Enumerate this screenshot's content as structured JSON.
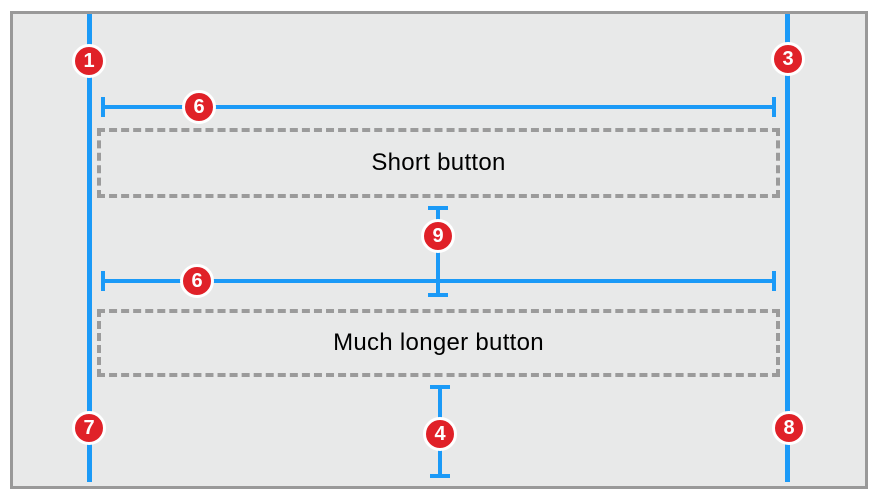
{
  "buttons": [
    {
      "label": "Short button"
    },
    {
      "label": "Much longer button"
    }
  ],
  "badges": {
    "left_margin_top": "1",
    "right_margin_top": "3",
    "top_width": "6",
    "vertical_spacing": "9",
    "bottom_width": "6",
    "left_margin_bottom": "7",
    "right_margin_bottom": "8",
    "bottom_spacing": "4"
  },
  "colors": {
    "guide_blue": "#1b9af7",
    "badge_red": "#e02128",
    "badge_ring": "#ffffff",
    "panel_background": "#e8e9e9",
    "panel_border": "#999999",
    "dashed_outline": "#9b9b9b",
    "label_text": "#000000"
  }
}
